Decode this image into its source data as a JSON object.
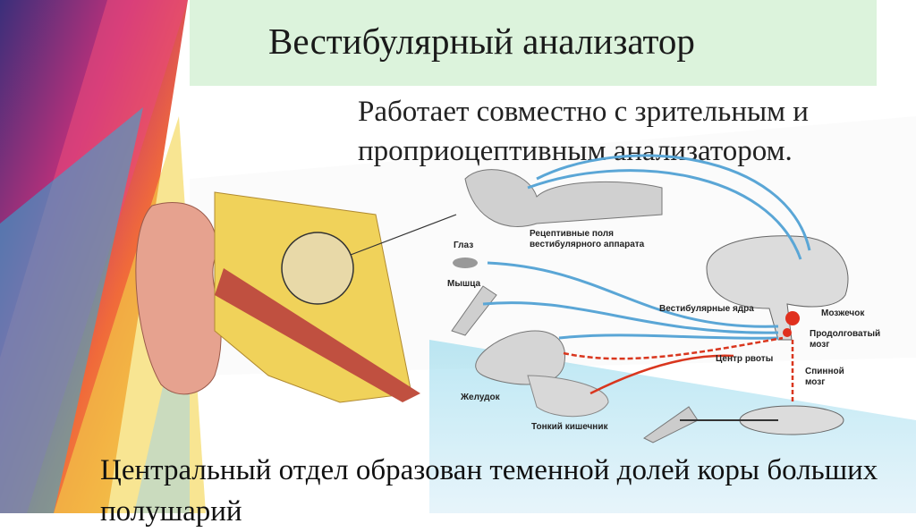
{
  "slide": {
    "title": "Вестибулярный анализатор",
    "subtitle": "Работает совместно с зрительным и проприоцептивным анализатором.",
    "footer": "Центральный отдел образован теменной долей коры больших полушарий"
  },
  "diagram": {
    "labels": {
      "receptive_fields_1": "Рецептивные поля",
      "receptive_fields_2": "вестибулярного аппарата",
      "eye": "Глаз",
      "muscle": "Мышца",
      "vestibular_nuclei": "Вестибулярные ядра",
      "cerebellum": "Мозжечок",
      "medulla_1": "Продолговатый",
      "medulla_2": "мозг",
      "vomit_center": "Центр рвоты",
      "spinal_1": "Спинной",
      "spinal_2": "мозг",
      "stomach": "Желудок",
      "small_intestine": "Тонкий кишечник"
    }
  },
  "colors": {
    "title_bg": "#dcf3dc",
    "nerve_blue": "#5aa6d6",
    "nerve_red": "#d9361e"
  }
}
